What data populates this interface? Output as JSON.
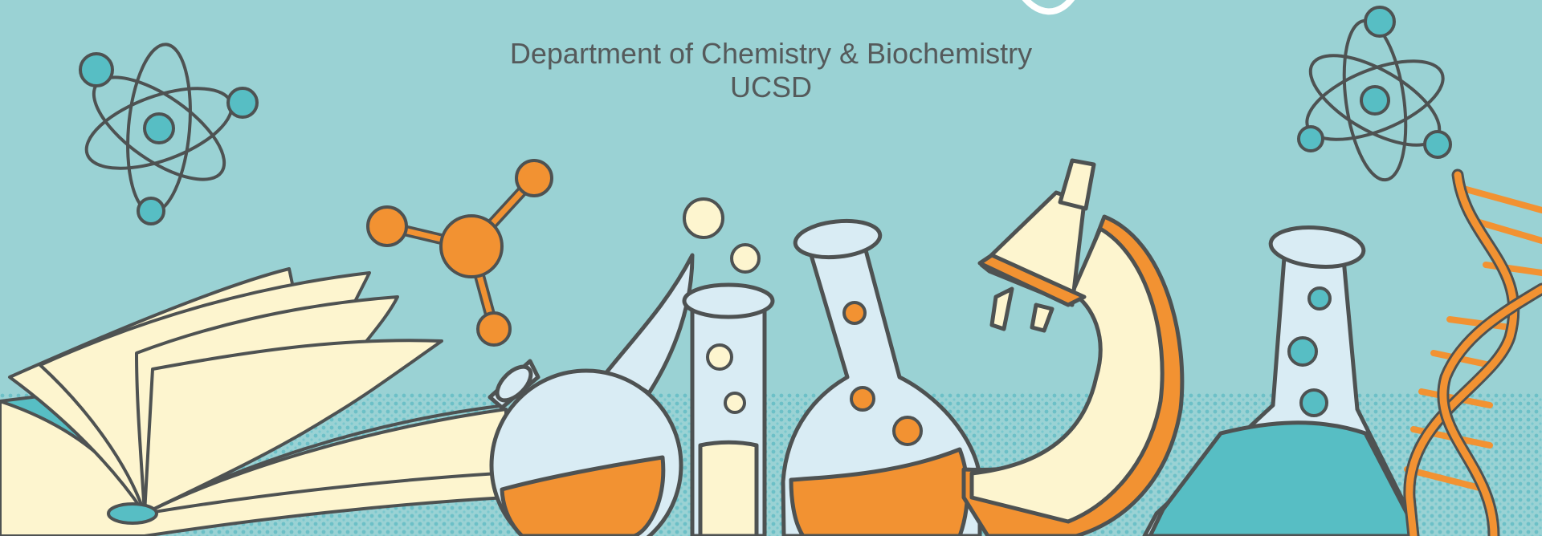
{
  "header": {
    "line1": "Department of Chemistry & Biochemistry",
    "line2": "UCSD"
  },
  "illustration": {
    "elements": [
      "atom-icon",
      "atom-icon",
      "molecule-icon",
      "open-book",
      "round-flask",
      "test-tube",
      "long-neck-flask",
      "microscope",
      "erlenmeyer-flask",
      "dna-helix"
    ]
  },
  "colors": {
    "background": "#9ad2d4",
    "outline": "#4e5252",
    "orange": "#f29232",
    "cream": "#fdf5cf",
    "glass": "#d9ecf4",
    "teal": "#57bec4"
  }
}
